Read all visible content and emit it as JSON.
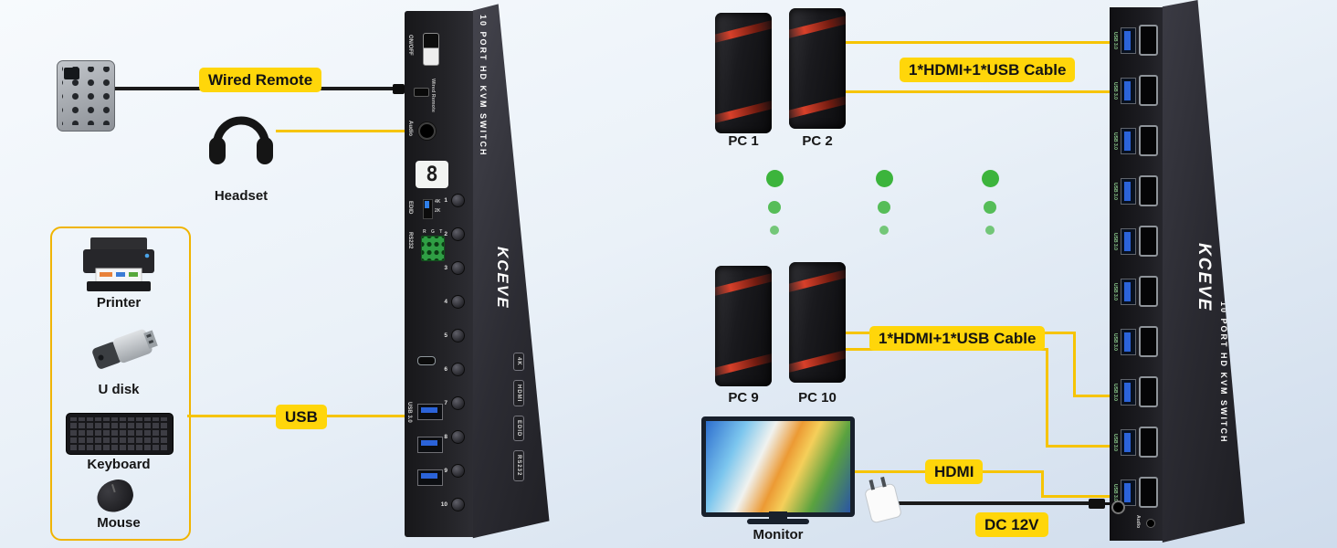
{
  "pills": {
    "wired_remote": "Wired Remote",
    "usb": "USB",
    "cable_top": "1*HDMI+1*USB Cable",
    "cable_bottom": "1*HDMI+1*USB Cable",
    "hdmi": "HDMI",
    "dc_12v": "DC 12V"
  },
  "captions": {
    "headset": "Headset",
    "printer": "Printer",
    "u_disk": "U disk",
    "keyboard": "Keyboard",
    "mouse": "Mouse",
    "pc_1": "PC 1",
    "pc_2": "PC 2",
    "pc_9": "PC 9",
    "pc_10": "PC 10",
    "monitor": "Monitor"
  },
  "switch_front": {
    "side_title": "10 PORT HD KVM SWITCH",
    "brand": "KCEVE",
    "power_label": "ON/OFF",
    "remote_port_label": "Wired Remote",
    "audio_label": "Audio",
    "display_digit": "8",
    "edid_label": "EDID",
    "pos_4k": "4K",
    "pos_2k": "2K",
    "rs232_label": "RS232",
    "rs232_pins": "R G T",
    "usb_label": "USB 3.0",
    "buttons": [
      "1",
      "2",
      "3",
      "4",
      "5",
      "6",
      "7",
      "8",
      "9",
      "10"
    ],
    "badges": [
      "4K",
      "HDMI",
      "EDID",
      "RS232"
    ]
  },
  "switch_rear": {
    "side_title": "10 PORT HD KVM SWITCH",
    "brand": "KCEVE",
    "audio_label": "Audio",
    "port_rows": [
      "USB 3.0",
      "USB 3.0",
      "USB 3.0",
      "USB 3.0",
      "USB 3.0",
      "USB 3.0",
      "USB 3.0",
      "USB 3.0",
      "USB 3.0",
      "USB 3.0"
    ]
  },
  "colors": {
    "accent_yellow": "#FFD60A",
    "cable_yellow": "#F6C402",
    "dot_green": "#3CB43C",
    "box_border": "#F0B400"
  }
}
